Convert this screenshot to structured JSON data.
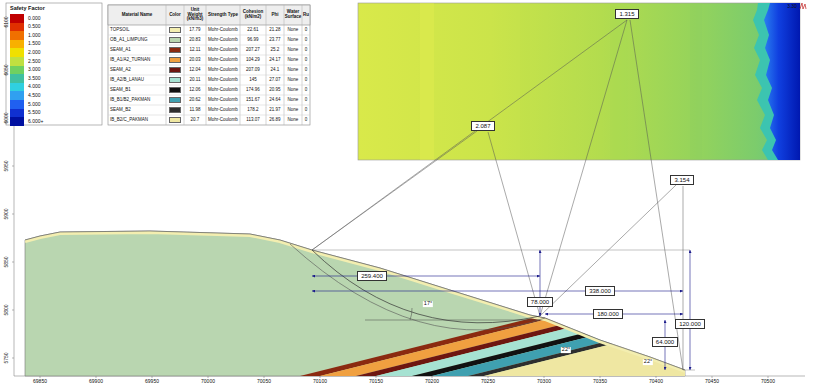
{
  "diagram": {
    "nodes": [
      {
        "text": [
          "1.315"
        ]
      },
      {
        "text": [
          "2.087"
        ]
      },
      {
        "text": [
          "3.154"
        ]
      },
      {
        "text": [
          "259.400"
        ]
      },
      {
        "text": [
          "338.000"
        ]
      },
      {
        "text": [
          "78.000"
        ]
      },
      {
        "text": [
          "180.000"
        ]
      },
      {
        "text": [
          "64.000"
        ]
      },
      {
        "text": [
          "120.000"
        ]
      }
    ],
    "labels": [
      "Safety Factor",
      "Material Name",
      "Color",
      "Unit Weight (kN/m3)",
      "Strength Type",
      "Cohesion (kN/m2)",
      "Phi",
      "Water Surface",
      "Ru",
      "17.79",
      "Mohr-Coulomb",
      "22.61",
      "21.28",
      "None",
      "0",
      "20.83",
      "Mohr-Coulomb",
      "96.99",
      "23.77",
      "None",
      "0",
      "12.11",
      "Mohr-Coulomb",
      "207.27",
      "25.2",
      "None",
      "0",
      "20.03",
      "Mohr-Coulomb",
      "104.29",
      "24.17",
      "None",
      "0",
      "12.04",
      "Mohr-Coulomb",
      "207.09",
      "24.1",
      "None",
      "0",
      "20.11",
      "Mohr-Coulomb",
      "145",
      "27.07",
      "None",
      "0",
      "12.06",
      "Mohr-Coulomb",
      "174.96",
      "20.95",
      "None",
      "0",
      "20.62",
      "Mohr-Coulomb",
      "151.67",
      "24.64",
      "None",
      "0",
      "11.98",
      "Mohr-Coulomb",
      "178.2",
      "21.97",
      "None",
      "0",
      "20.7",
      "Mohr-Coulomb",
      "113.07",
      "26.89",
      "None",
      "0",
      "6100",
      "6050",
      "6000",
      "5950",
      "5900",
      "5850",
      "5800",
      "5750",
      "69850",
      "69900",
      "69950",
      "70000",
      "70050",
      "70100",
      "70150",
      "70200",
      "70250",
      "70300",
      "70350",
      "70400",
      "70450",
      "70500",
      "17°",
      "22°",
      "22°",
      "3.30"
    ],
    "legend": [
      {
        "text": "0.000",
        "color": "#c00000"
      },
      {
        "text": "0.500",
        "color": "#e03000"
      },
      {
        "text": "1.000",
        "color": "#f07000"
      },
      {
        "text": "1.500",
        "color": "#f8b000"
      },
      {
        "text": "2.000",
        "color": "#f0e000"
      },
      {
        "text": "2.500",
        "color": "#c0e040"
      },
      {
        "text": "3.000",
        "color": "#70d060"
      },
      {
        "text": "3.500",
        "color": "#40c0a0"
      },
      {
        "text": "4.000",
        "color": "#30d0e0"
      },
      {
        "text": "4.500",
        "color": "#30a0f0"
      },
      {
        "text": "5.000",
        "color": "#2060f0"
      },
      {
        "text": "5.500",
        "color": "#1030d0"
      },
      {
        "text": "6.000+",
        "color": "#0010a0"
      },
      {
        "text": "TOPSOIL",
        "color": "#f3eeb0"
      },
      {
        "text": "OB_A1_LIMPUNG",
        "color": "#b9d6b0"
      },
      {
        "text": "SEAM_A1",
        "color": "#8b2a10"
      },
      {
        "text": "IB_A1/A2_TURNAN",
        "color": "#f0a040"
      },
      {
        "text": "SEAM_A2",
        "color": "#6e1610"
      },
      {
        "text": "IB_A2/B_LANAU",
        "color": "#a6e2d2"
      },
      {
        "text": "SEAM_B1",
        "color": "#111111"
      },
      {
        "text": "IB_B1/B2_PAKMAN",
        "color": "#3fa0b0"
      },
      {
        "text": "SEAM_B2",
        "color": "#2e2e2e"
      },
      {
        "text": "IB_B2/C_PAKMAN",
        "color": "#efe7a2"
      }
    ]
  }
}
